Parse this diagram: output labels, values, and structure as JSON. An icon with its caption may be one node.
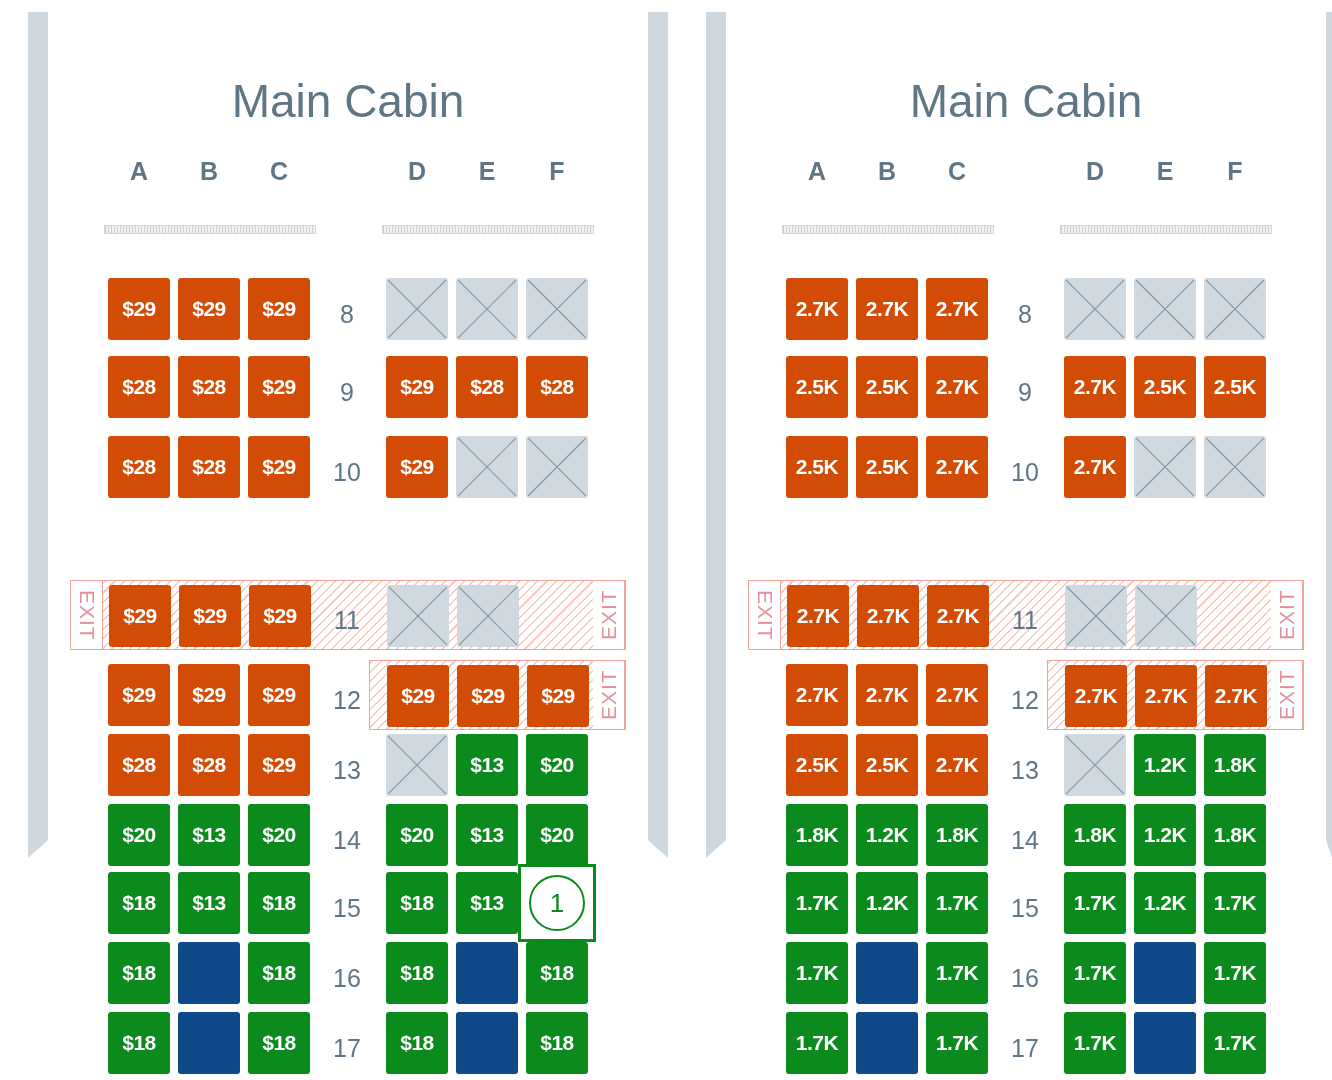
{
  "diagram": {
    "nodes": [
      {
        "text": [
          "Main Cabin"
        ]
      },
      {
        "text": [
          "$29"
        ],
        "in": 0
      },
      {
        "text": [
          "$29"
        ],
        "in": 0
      },
      {
        "text": [
          "$29"
        ],
        "in": 0
      },
      {
        "text": [],
        "shape": "box",
        "in": 0
      },
      {
        "text": [],
        "shape": "box",
        "in": 0
      },
      {
        "text": [],
        "shape": "box",
        "in": 0
      },
      {
        "text": [
          "$28"
        ],
        "in": 0
      },
      {
        "text": [
          "$28"
        ],
        "in": 0
      },
      {
        "text": [
          "$29"
        ],
        "in": 0
      },
      {
        "text": [
          "$29"
        ],
        "in": 0
      },
      {
        "text": [
          "$28"
        ],
        "in": 0
      },
      {
        "text": [
          "$28"
        ],
        "in": 0
      },
      {
        "text": [
          "$28"
        ],
        "in": 0
      },
      {
        "text": [
          "$28"
        ],
        "in": 0
      },
      {
        "text": [
          "$29"
        ],
        "in": 0
      },
      {
        "text": [
          "$29"
        ],
        "in": 0
      },
      {
        "text": [],
        "shape": "box",
        "in": 0
      },
      {
        "text": [],
        "shape": "box",
        "in": 0
      },
      {
        "text": [
          "EXIT",
          "EXIT"
        ],
        "in": 0
      },
      {
        "text": [
          "$29"
        ],
        "in": 19
      },
      {
        "text": [
          "$29"
        ],
        "in": 19
      },
      {
        "text": [
          "$29"
        ],
        "in": 19
      },
      {
        "text": [],
        "shape": "box",
        "in": 19
      },
      {
        "text": [],
        "shape": "box",
        "in": 19
      },
      {
        "text": [
          "$29"
        ],
        "in": 0
      },
      {
        "text": [
          "$29"
        ],
        "in": 0
      },
      {
        "text": [
          "$29"
        ],
        "in": 0
      },
      {
        "text": [
          "EXIT"
        ],
        "in": 0
      },
      {
        "text": [
          "$29"
        ],
        "in": 28
      },
      {
        "text": [
          "$29"
        ],
        "in": 28
      },
      {
        "text": [
          "$29"
        ],
        "in": 28
      },
      {
        "text": [
          "$28"
        ],
        "in": 0
      },
      {
        "text": [
          "$28"
        ],
        "in": 0
      },
      {
        "text": [
          "$29"
        ],
        "in": 0
      },
      {
        "text": [],
        "shape": "box",
        "in": 0
      },
      {
        "text": [
          "$13"
        ],
        "in": 0
      },
      {
        "text": [
          "$20"
        ],
        "in": 0
      },
      {
        "text": [
          "$20"
        ],
        "in": 0
      },
      {
        "text": [
          "$13"
        ],
        "in": 0
      },
      {
        "text": [
          "$20"
        ],
        "in": 0
      },
      {
        "text": [
          "$20"
        ],
        "in": 0
      },
      {
        "text": [
          "$13"
        ],
        "in": 0
      },
      {
        "text": [
          "$20"
        ],
        "in": 0
      },
      {
        "text": [
          "$18"
        ],
        "in": 0
      },
      {
        "text": [
          "$13"
        ],
        "in": 0
      },
      {
        "text": [
          "$18"
        ],
        "in": 0
      },
      {
        "text": [
          "$18"
        ],
        "in": 0
      },
      {
        "text": [
          "$13"
        ],
        "in": 0
      },
      {
        "text": [
          "1"
        ],
        "in": 0
      },
      {
        "text": [
          "$18"
        ],
        "in": 0
      },
      {
        "text": [],
        "shape": "box",
        "in": 0
      },
      {
        "text": [
          "$18"
        ],
        "in": 0
      },
      {
        "text": [
          "$18"
        ],
        "in": 0
      },
      {
        "text": [],
        "shape": "box",
        "in": 0
      },
      {
        "text": [
          "$18"
        ],
        "in": 0
      },
      {
        "text": [
          "$18"
        ],
        "in": 0
      },
      {
        "text": [],
        "shape": "box",
        "in": 0
      },
      {
        "text": [
          "$18"
        ],
        "in": 0
      },
      {
        "text": [
          "$18"
        ],
        "in": 0
      },
      {
        "text": [],
        "shape": "box",
        "in": 0
      },
      {
        "text": [
          "$18"
        ],
        "in": 0
      },
      {
        "text": [
          "Main Cabin"
        ]
      },
      {
        "text": [
          "2.7K"
        ],
        "in": 62
      },
      {
        "text": [
          "2.7K"
        ],
        "in": 62
      },
      {
        "text": [
          "2.7K"
        ],
        "in": 62
      },
      {
        "text": [],
        "shape": "box",
        "in": 62
      },
      {
        "text": [],
        "shape": "box",
        "in": 62
      },
      {
        "text": [],
        "shape": "box",
        "in": 62
      },
      {
        "text": [
          "2.5K"
        ],
        "in": 62
      },
      {
        "text": [
          "2.5K"
        ],
        "in": 62
      },
      {
        "text": [
          "2.7K"
        ],
        "in": 62
      },
      {
        "text": [
          "2.7K"
        ],
        "in": 62
      },
      {
        "text": [
          "2.5K"
        ],
        "in": 62
      },
      {
        "text": [
          "2.5K"
        ],
        "in": 62
      },
      {
        "text": [
          "2.5K"
        ],
        "in": 62
      },
      {
        "text": [
          "2.5K"
        ],
        "in": 62
      },
      {
        "text": [
          "2.7K"
        ],
        "in": 62
      },
      {
        "text": [
          "2.7K"
        ],
        "in": 62
      },
      {
        "text": [],
        "shape": "box",
        "in": 62
      },
      {
        "text": [],
        "shape": "box",
        "in": 62
      },
      {
        "text": [
          "EXIT",
          "EXIT"
        ],
        "in": 62
      },
      {
        "text": [
          "2.7K"
        ],
        "in": 81
      },
      {
        "text": [
          "2.7K"
        ],
        "in": 81
      },
      {
        "text": [
          "2.7K"
        ],
        "in": 81
      },
      {
        "text": [],
        "shape": "box",
        "in": 81
      },
      {
        "text": [],
        "shape": "box",
        "in": 81
      },
      {
        "text": [
          "2.7K"
        ],
        "in": 62
      },
      {
        "text": [
          "2.7K"
        ],
        "in": 62
      },
      {
        "text": [
          "2.7K"
        ],
        "in": 62
      },
      {
        "text": [
          "EXIT"
        ],
        "in": 62
      },
      {
        "text": [
          "2.7K"
        ],
        "in": 90
      },
      {
        "text": [
          "2.7K"
        ],
        "in": 90
      },
      {
        "text": [
          "2.7K"
        ],
        "in": 90
      },
      {
        "text": [
          "2.5K"
        ],
        "in": 62
      },
      {
        "text": [
          "2.5K"
        ],
        "in": 62
      },
      {
        "text": [
          "2.7K"
        ],
        "in": 62
      },
      {
        "text": [],
        "shape": "box",
        "in": 62
      },
      {
        "text": [
          "1.2K"
        ],
        "in": 62
      },
      {
        "text": [
          "1.8K"
        ],
        "in": 62
      },
      {
        "text": [
          "1.8K"
        ],
        "in": 62
      },
      {
        "text": [
          "1.2K"
        ],
        "in": 62
      },
      {
        "text": [
          "1.8K"
        ],
        "in": 62
      },
      {
        "text": [
          "1.8K"
        ],
        "in": 62
      },
      {
        "text": [
          "1.2K"
        ],
        "in": 62
      },
      {
        "text": [
          "1.8K"
        ],
        "in": 62
      },
      {
        "text": [
          "1.7K"
        ],
        "in": 62
      },
      {
        "text": [
          "1.2K"
        ],
        "in": 62
      },
      {
        "text": [
          "1.7K"
        ],
        "in": 62
      },
      {
        "text": [
          "1.7K"
        ],
        "in": 62
      },
      {
        "text": [
          "1.2K"
        ],
        "in": 62
      },
      {
        "text": [
          "1.7K"
        ],
        "in": 62
      },
      {
        "text": [
          "1.7K"
        ],
        "in": 62
      },
      {
        "text": [],
        "shape": "box",
        "in": 62
      },
      {
        "text": [
          "1.7K"
        ],
        "in": 62
      },
      {
        "text": [
          "1.7K"
        ],
        "in": 62
      },
      {
        "text": [],
        "shape": "box",
        "in": 62
      },
      {
        "text": [
          "1.7K"
        ],
        "in": 62
      },
      {
        "text": [
          "1.7K"
        ],
        "in": 62
      },
      {
        "text": [],
        "shape": "box",
        "in": 62
      },
      {
        "text": [
          "1.7K"
        ],
        "in": 62
      },
      {
        "text": [
          "1.7K"
        ],
        "in": 62
      },
      {
        "text": [],
        "shape": "box",
        "in": 62
      },
      {
        "text": [
          "1.7K"
        ],
        "in": 62
      }
    ],
    "labels": [
      "A",
      "B",
      "C",
      "D",
      "E",
      "F",
      "8",
      "9",
      "10",
      "11",
      "12",
      "13",
      "14",
      "15",
      "16",
      "17",
      "A",
      "B",
      "C",
      "D",
      "E",
      "F",
      "8",
      "9",
      "10",
      "11",
      "12",
      "13",
      "14",
      "15",
      "16",
      "17"
    ]
  }
}
